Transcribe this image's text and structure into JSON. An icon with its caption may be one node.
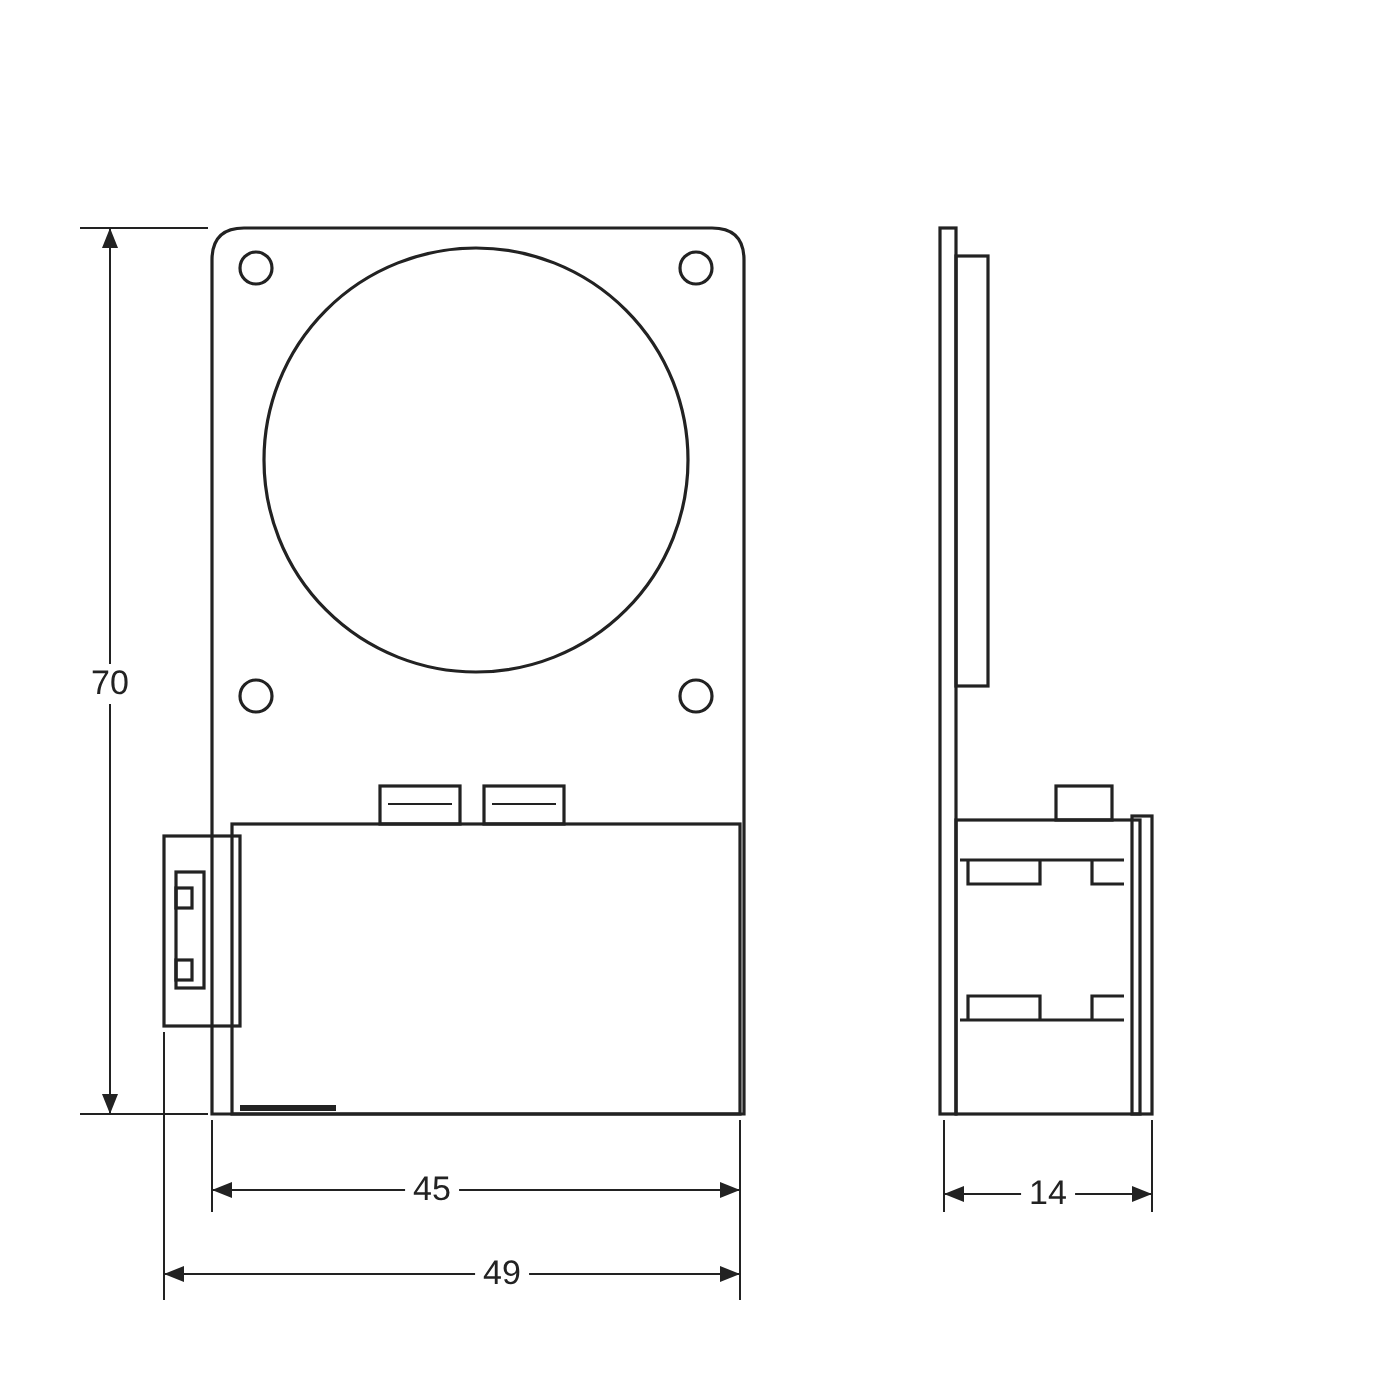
{
  "diagram": {
    "labels": [
      "70",
      "45",
      "49",
      "14"
    ]
  }
}
